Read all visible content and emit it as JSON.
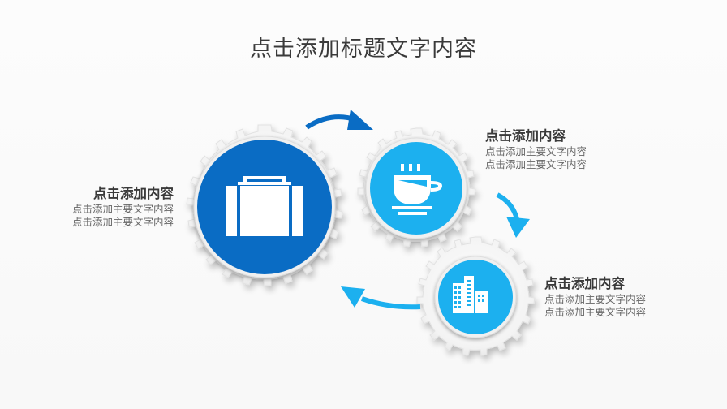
{
  "title": "点击添加标题文字内容",
  "colors": {
    "primary_blue": "#0a6cc4",
    "light_blue": "#1cb0ef",
    "gear_white": "#f4f4f4",
    "title_text": "#3a3a3a",
    "body_text": "#666666"
  },
  "items": [
    {
      "icon": "briefcase-icon",
      "heading": "点击添加内容",
      "lines": [
        "点击添加主要文字内容",
        "点击添加主要文字内容"
      ]
    },
    {
      "icon": "coffee-cup-icon",
      "heading": "点击添加内容",
      "lines": [
        "点击添加主要文字内容",
        "点击添加主要文字内容"
      ]
    },
    {
      "icon": "buildings-icon",
      "heading": "点击添加内容",
      "lines": [
        "点击添加主要文字内容",
        "点击添加主要文字内容"
      ]
    }
  ],
  "arrows": [
    "arrow-gear1-to-gear2",
    "arrow-gear2-to-gear3",
    "arrow-gear3-to-gear1"
  ]
}
